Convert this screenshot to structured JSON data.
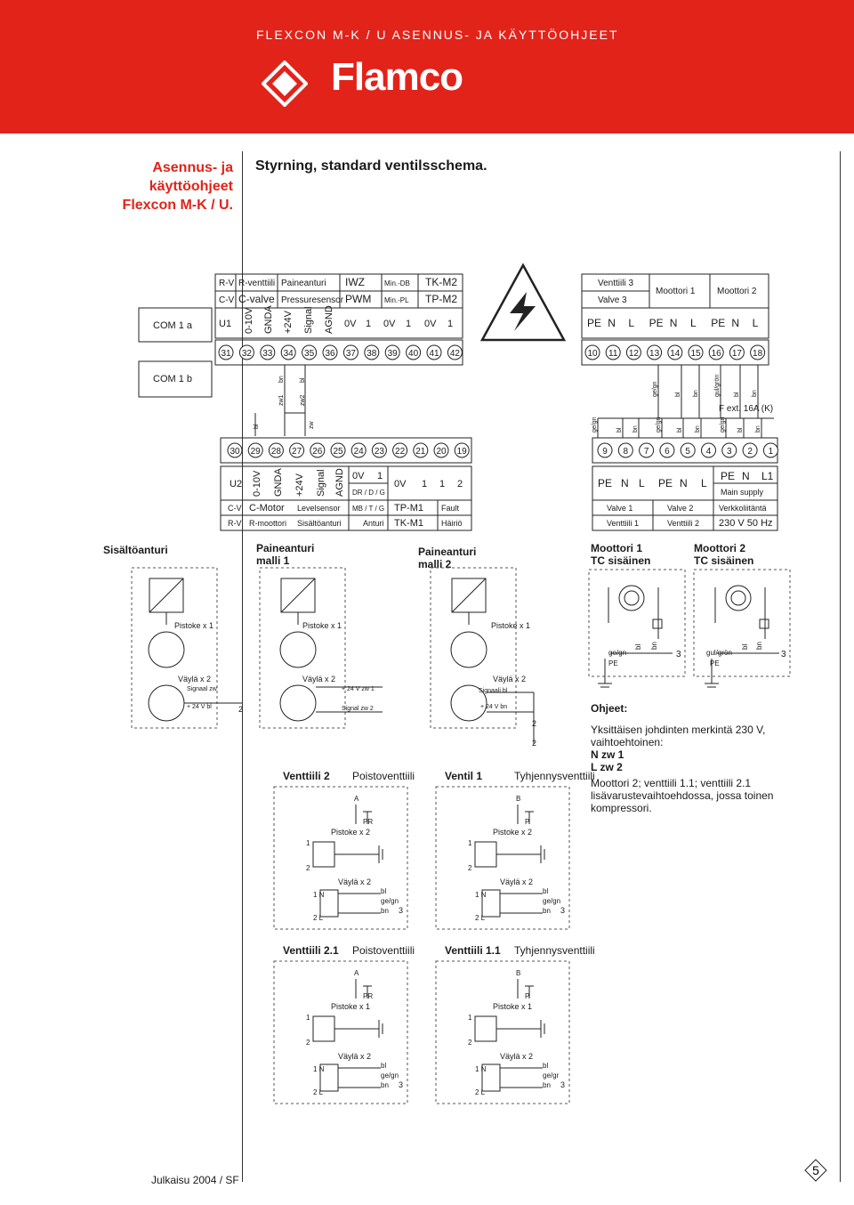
{
  "header": {
    "title": "FLEXCON M-K / U ASENNUS- JA KÄYTTÖOHJEET",
    "brand": "Flamco",
    "accent": "#e2231a"
  },
  "side_title": [
    "Asennus- ja",
    "käyttöohjeet",
    "Flexcon M-K / U."
  ],
  "heading": "Styrning, standard ventilsschema.",
  "footer": "Julkaisu 2004 / SF",
  "page_number": "5",
  "com1a": {
    "label": "COM 1 a",
    "row1": [
      "R-V",
      "R-venttiili",
      "Paineanturi",
      "IWZ",
      "Min.-DB",
      "TK-M2"
    ],
    "row2": [
      "C-V",
      "C-valve",
      "Pressuresensor",
      "PWM",
      "Min.-PL",
      "TP-M2"
    ],
    "signals": [
      "U1",
      "0-10V",
      "GNDA",
      "+24V",
      "Signal",
      "AGND",
      "0V",
      "1",
      "0V",
      "1",
      "0V",
      "1"
    ],
    "terminals": [
      "31",
      "32",
      "33",
      "34",
      "35",
      "36",
      "37",
      "38",
      "39",
      "40",
      "41",
      "42"
    ]
  },
  "power_out": {
    "valve3": [
      "Venttiili 3",
      "Valve 3"
    ],
    "motor1": "Moottori 1",
    "motor2": "Moottori 2",
    "signals": [
      "PE",
      "N",
      "L",
      "PE",
      "N",
      "L",
      "PE",
      "N",
      "L"
    ],
    "terminals": [
      "10",
      "11",
      "12",
      "13",
      "14",
      "15",
      "16",
      "17",
      "18"
    ]
  },
  "com1b": {
    "label": "COM 1 b",
    "wires_top": [
      "bn",
      "bl",
      "zw1",
      "zw2"
    ],
    "wires_bottom": [
      "bl",
      "zw"
    ],
    "terminals": [
      "30",
      "29",
      "28",
      "27",
      "26",
      "25",
      "24",
      "23",
      "22",
      "21",
      "20",
      "19"
    ],
    "signals": [
      "U2",
      "0-10V",
      "GNDA",
      "+24V",
      "Signal",
      "AGND"
    ],
    "mid1": [
      "0V",
      "1",
      "DR / D / G"
    ],
    "mid2": [
      "0V",
      "1",
      "1",
      "2"
    ],
    "row1": [
      "C-V",
      "C-Motor",
      "Levelsensor",
      "MB / T / G",
      "TP-M1",
      "Fault"
    ],
    "row2": [
      "R-V",
      "R-moottori",
      "Sisältöanturi",
      "Anturi",
      "TK-M1",
      "Häiriö"
    ]
  },
  "power_in": {
    "wires_top": [
      "ge/gn",
      "bl",
      "bn",
      "gul/grön",
      "bl",
      "bn"
    ],
    "wires_bottom": [
      "ge/gn",
      "bl",
      "bn",
      "ge/gn",
      "bl",
      "bn",
      "ge/gn",
      "bl",
      "bn"
    ],
    "fuse": "F ext. 16A (K)",
    "terminals": [
      "9",
      "8",
      "7",
      "6",
      "5",
      "4",
      "3",
      "2",
      "1"
    ],
    "signals": [
      "PE",
      "N",
      "L",
      "PE",
      "N",
      "L",
      "PE",
      "N",
      "L1"
    ],
    "main_supply": "Main supply",
    "row1": [
      "Valve 1",
      "Valve 2",
      "Verkkoliitäntä"
    ],
    "row2": [
      "Venttiili 1",
      "Venttiili 2",
      "230 V 50 Hz"
    ]
  },
  "sections": {
    "sisalto": "Sisältöanturi",
    "p1": [
      "Paineanturi",
      "malli 1"
    ],
    "p2": [
      "Paineanturi",
      "malli 2"
    ],
    "m1": [
      "Moottori 1",
      "TC sisäinen"
    ],
    "m2": [
      "Moottori 2",
      "TC sisäinen"
    ]
  },
  "connectors": {
    "pistoke": "Pistoke x 1",
    "vayla": "Väylä x 2",
    "pistoke2": "Pistoke x 2",
    "signaal_zw": "Signaal zw",
    "v24_bl": "+ 24 V  bl",
    "v24_zw1": "+ 24 V zw 1",
    "signal_zw2": "Signal zw 2",
    "signaali_bl": "Signaali   bl",
    "v24_bn": "+ 24 V    bn"
  },
  "motor_wires": {
    "m1": [
      "ge/gn",
      "bl",
      "bn",
      "3",
      "PE"
    ],
    "m2": [
      "gul/grön",
      "bl",
      "bn",
      "3",
      "PE"
    ]
  },
  "notes": {
    "title": "Ohjeet:",
    "p1": [
      "Yksittäisen johdinten merkintä 230 V,",
      "vaihtoehtoinen:",
      "N  zw 1",
      "L  zw 2"
    ],
    "p2": [
      "Moottori 2; venttiili 1.1; venttiili 2.1",
      "lisävarustevaihtoehdossa, jossa toinen",
      "kompressori."
    ]
  },
  "valves": [
    {
      "title": "Venttiili 2",
      "subtitle": "Poistoventtiili",
      "wires": [
        "bl",
        "ge/gn",
        "bn"
      ],
      "top": [
        "A",
        "PR"
      ]
    },
    {
      "title": "Ventil 1",
      "subtitle": "Tyhjennysventtiili",
      "wires": [
        "bl",
        "ge/gn",
        "bn"
      ],
      "top": [
        "B",
        "P"
      ]
    },
    {
      "title": "Venttiili 2.1",
      "subtitle": "Poistoventtiili",
      "wires": [
        "bl",
        "ge/gn",
        "bn"
      ],
      "top": [
        "A",
        "PR"
      ],
      "plug": "Pistoke x 1"
    },
    {
      "title": "Venttiili 1.1",
      "subtitle": "Tyhjennysventtiili",
      "wires": [
        "bl",
        "ge/gr",
        "bn"
      ],
      "top": [
        "B",
        "P"
      ],
      "plug": "Pistoke x 1"
    }
  ],
  "valve_pins": [
    "1",
    "2",
    "1 N",
    "2 L",
    "3"
  ]
}
